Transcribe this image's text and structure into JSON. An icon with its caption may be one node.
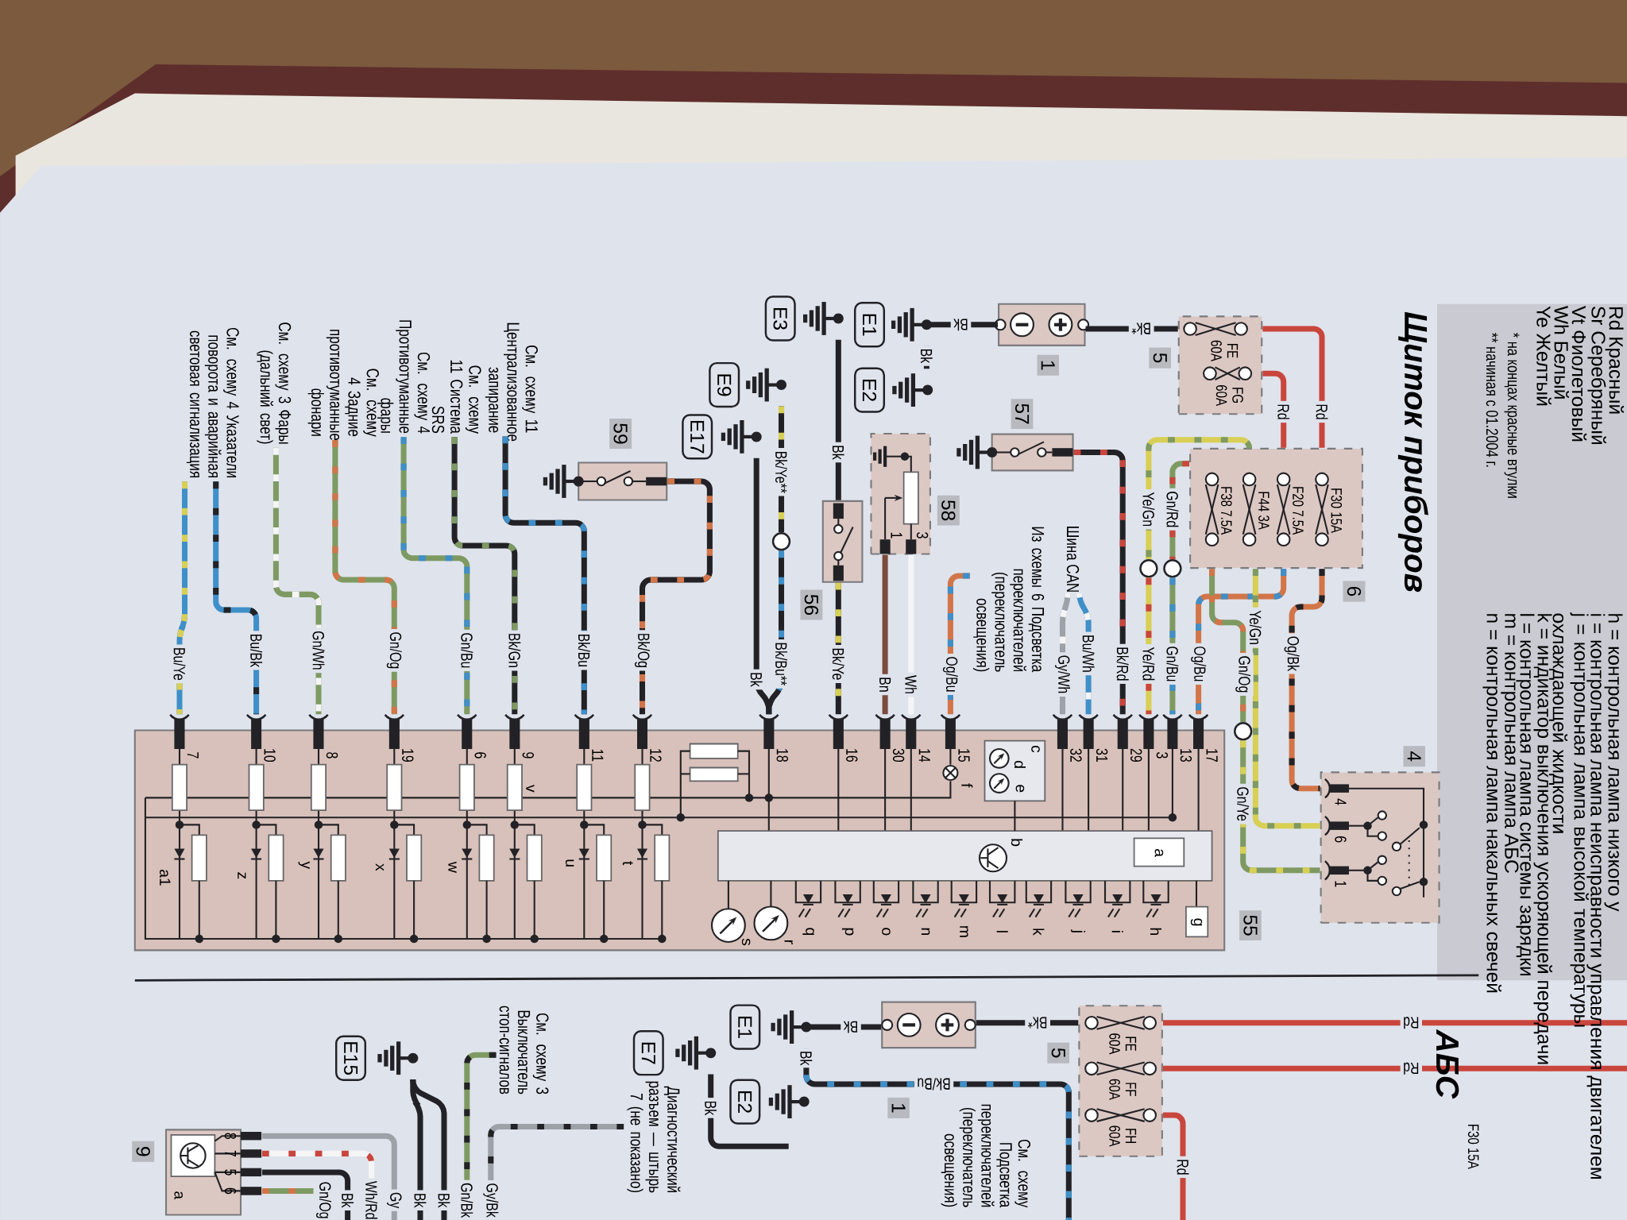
{
  "diagram": {
    "title": "Щиток приборов",
    "nodes": [
      {
        "text": [
          "55"
        ]
      },
      {
        "text": [
          "1"
        ]
      },
      {
        "text": [
          "FE 60A",
          "FG 60A"
        ],
        "beside": [
          "5"
        ]
      },
      {
        "text": [
          "F30 15A",
          "F20 7.5A",
          "F44 3A",
          "F38 7.5A"
        ],
        "beside": [
          "6"
        ]
      },
      {
        "text": [
          "4"
        ]
      },
      {
        "text": [
          "57"
        ]
      },
      {
        "text": [
          "58"
        ]
      },
      {
        "text": [
          "56"
        ]
      },
      {
        "text": [
          "59"
        ]
      },
      {
        "text": [
          "E1"
        ]
      },
      {
        "text": [
          "E2"
        ]
      },
      {
        "text": [
          "E3"
        ]
      },
      {
        "text": [
          "E9"
        ]
      },
      {
        "text": [
          "E17"
        ]
      },
      {
        "text": [
          "См. схему 4 Указатели поворота и аварийная световая сигнализация"
        ]
      },
      {
        "text": [
          "См. схему 3 Фары (дальний свет)"
        ]
      },
      {
        "text": [
          "См. схему 4 Задние противотуманные фонари"
        ]
      },
      {
        "text": [
          "См. схему 4 Противотуманные фары"
        ]
      },
      {
        "text": [
          "См. схему 11 Система SRS"
        ]
      },
      {
        "text": [
          "См. схему 11 Централизованное запирание"
        ]
      },
      {
        "text": [
          "Из схемы 6 Подсветка переключателей (переключатель освещения)"
        ]
      },
      {
        "text": [
          "Шина CAN"
        ]
      },
      {
        "text": [],
        "shape": "circle"
      },
      {
        "text": [],
        "shape": "circle"
      },
      {
        "text": [],
        "shape": "circle"
      },
      {
        "text": [],
        "shape": "circle"
      },
      {
        "text": [
          "1"
        ]
      },
      {
        "text": [
          "FE 60A",
          "FF 60A",
          "FH 60A"
        ],
        "beside": [
          "5"
        ]
      },
      {
        "text": [
          "E1"
        ]
      },
      {
        "text": [
          "E2"
        ]
      },
      {
        "text": [
          "E7"
        ]
      },
      {
        "text": [
          "E15"
        ]
      },
      {
        "text": [
          "См. схему 3 Выключатель стоп-сигналов"
        ]
      },
      {
        "text": [
          "Диагностический разъем — штырь 7 (не показано)"
        ]
      },
      {
        "text": [
          "9"
        ]
      },
      {
        "text": [
          "См. схему Подсветка переключателей (переключатель освещения)"
        ]
      }
    ],
    "edges": [
      {
        "from": 1,
        "to": 9,
        "arrow": "none",
        "label": "Bk"
      },
      {
        "from": 9,
        "to": 10,
        "arrow": "none",
        "label": "Bk"
      },
      {
        "from": 1,
        "to": 2,
        "arrow": "none",
        "label": "Bk*"
      },
      {
        "from": 2,
        "to": 3,
        "arrow": "none",
        "label": "Rd",
        "color": "#c9463d"
      },
      {
        "from": 2,
        "to": 3,
        "arrow": "none",
        "label": "Rd",
        "color": "#c9463d"
      },
      {
        "from": 3,
        "to": 23,
        "arrow": "none",
        "label": "Ye/Gn",
        "color": "#d8cf55"
      },
      {
        "from": 23,
        "to": 0,
        "arrow": "none",
        "label": "Ye/Rd",
        "color": "#d8cf55"
      },
      {
        "from": 3,
        "to": 24,
        "arrow": "none",
        "label": "Gn/Rd",
        "color": "#7e9a62"
      },
      {
        "from": 24,
        "to": 0,
        "arrow": "none",
        "label": "Gn/Bu",
        "color": "#7e9a62"
      },
      {
        "from": 3,
        "to": 0,
        "arrow": "none",
        "label": "Og/Bu",
        "color": "#d27548"
      },
      {
        "from": 3,
        "to": 25,
        "arrow": "none",
        "label": "Gn/Og",
        "color": "#7e9a62"
      },
      {
        "from": 25,
        "to": 4,
        "arrow": "none",
        "label": "Gn/Ye",
        "color": "#7e9a62"
      },
      {
        "from": 3,
        "to": 4,
        "arrow": "none",
        "label": "Ye/Gn",
        "color": "#d8cf55"
      },
      {
        "from": 3,
        "to": 4,
        "arrow": "none",
        "label": "Og/Bk",
        "color": "#d27548"
      },
      {
        "from": 5,
        "to": 0,
        "arrow": "none",
        "label": "Bk/Rd"
      },
      {
        "from": 21,
        "to": 0,
        "arrow": "none",
        "label": "Bu/Wh",
        "color": "#3f8fc8"
      },
      {
        "from": 21,
        "to": 0,
        "arrow": "none",
        "label": "Gy/Wh",
        "color": "#9ca2a8"
      },
      {
        "from": 20,
        "to": 0,
        "arrow": "none",
        "label": "Og/Bu",
        "color": "#d27548"
      },
      {
        "from": 6,
        "to": 0,
        "arrow": "none",
        "label": "Wh",
        "color": "#f5f5f5"
      },
      {
        "from": 6,
        "to": 0,
        "arrow": "none",
        "label": "Bn",
        "color": "#7b4b3c"
      },
      {
        "from": 11,
        "to": 7,
        "arrow": "none",
        "label": "Bk"
      },
      {
        "from": 7,
        "to": 0,
        "arrow": "none",
        "label": "Bk/Ye"
      },
      {
        "from": 12,
        "to": 22,
        "arrow": "none",
        "label": "Bk/Ye**"
      },
      {
        "from": 22,
        "to": 0,
        "arrow": "none",
        "label": "Bk/Bu**"
      },
      {
        "from": 13,
        "to": 0,
        "arrow": "none",
        "label": "Bk"
      },
      {
        "from": 8,
        "to": 0,
        "arrow": "none",
        "label": "Bk/Og"
      },
      {
        "from": 19,
        "to": 0,
        "arrow": "none",
        "label": "Bk/Bu"
      },
      {
        "from": 18,
        "to": 0,
        "arrow": "none",
        "label": "Bk/Gn"
      },
      {
        "from": 17,
        "to": 0,
        "arrow": "none",
        "label": "Gn/Bu",
        "color": "#7e9a62"
      },
      {
        "from": 16,
        "to": 0,
        "arrow": "none",
        "label": "Gn/Og",
        "color": "#7e9a62"
      },
      {
        "from": 15,
        "to": 0,
        "arrow": "none",
        "label": "Gn/Wh",
        "color": "#7e9a62"
      },
      {
        "from": 14,
        "to": 0,
        "arrow": "none",
        "label": "Bu/Bk",
        "color": "#3f8fc8"
      },
      {
        "from": 14,
        "to": 0,
        "arrow": "none",
        "label": "Bu/Ye",
        "color": "#3f8fc8"
      },
      {
        "from": 26,
        "to": 28,
        "arrow": "none",
        "label": "Bk"
      },
      {
        "from": 26,
        "to": 27,
        "arrow": "none",
        "label": "Bk*"
      },
      {
        "from": 28,
        "to": null,
        "arrow": "none",
        "label": "Bk/Bu"
      },
      {
        "from": 30,
        "to": null,
        "arrow": "none",
        "label": "Bk"
      },
      {
        "from": 31,
        "to": null,
        "arrow": "none",
        "label": "Bk"
      },
      {
        "from": 31,
        "to": null,
        "arrow": "none",
        "label": "Bk"
      },
      {
        "from": 32,
        "to": null,
        "arrow": "none",
        "label": "Gn/Bk",
        "color": "#7e9a62"
      },
      {
        "from": 33,
        "to": null,
        "arrow": "none",
        "label": "Gy/Bk",
        "color": "#9ca2a8"
      },
      {
        "from": 34,
        "to": null,
        "arrow": "none",
        "label": "Gn/Og",
        "color": "#7e9a62"
      },
      {
        "from": 34,
        "to": null,
        "arrow": "none",
        "label": "Bk"
      },
      {
        "from": 34,
        "to": null,
        "arrow": "none",
        "label": "Wh/Rd",
        "color": "#f5f5f5"
      },
      {
        "from": 34,
        "to": null,
        "arrow": "none",
        "label": "Gy",
        "color": "#9ca2a8"
      },
      {
        "from": 27,
        "to": null,
        "arrow": "none",
        "label": "Rd",
        "color": "#c9463d"
      },
      {
        "from": 27,
        "to": null,
        "arrow": "none",
        "label": "Rd",
        "color": "#c9463d"
      },
      {
        "from": 27,
        "to": null,
        "arrow": "none",
        "label": "Rd",
        "color": "#c9463d"
      }
    ],
    "labels": [
      "Rd Красный",
      "Sr Серебряный",
      "Vt Фиолетовый",
      "Wh Белый",
      "Ye Желтый",
      "* на концах красные втулки",
      "** начиная с 01.2004 г.",
      "h = контрольная лампа низкого у",
      "i = контрольная лампа неисправности управления двигателем",
      "j = контрольная лампа высокой температуры охлаждающей жидкости",
      "k = индикатор выключения ускоряющей передачи",
      "l = контрольная лампа системы зарядки",
      "m = контрольная лампа АБС",
      "n = контрольная лампа накальных свечей",
      "17",
      "13",
      "3",
      "29",
      "31",
      "32",
      "15",
      "14",
      "30",
      "16",
      "18",
      "12",
      "11",
      "9",
      "6",
      "19",
      "8",
      "10",
      "7",
      "a",
      "b",
      "c",
      "d",
      "e",
      "f",
      "g",
      "h",
      "i",
      "j",
      "k",
      "l",
      "m",
      "n",
      "o",
      "p",
      "q",
      "r",
      "s",
      "t",
      "u",
      "v",
      "w",
      "x",
      "y",
      "z",
      "a1",
      "4",
      "6",
      "1",
      "1",
      "3",
      "АБС",
      "Bk",
      "F30 15A",
      "8",
      "7",
      "5",
      "6",
      "a"
    ]
  }
}
